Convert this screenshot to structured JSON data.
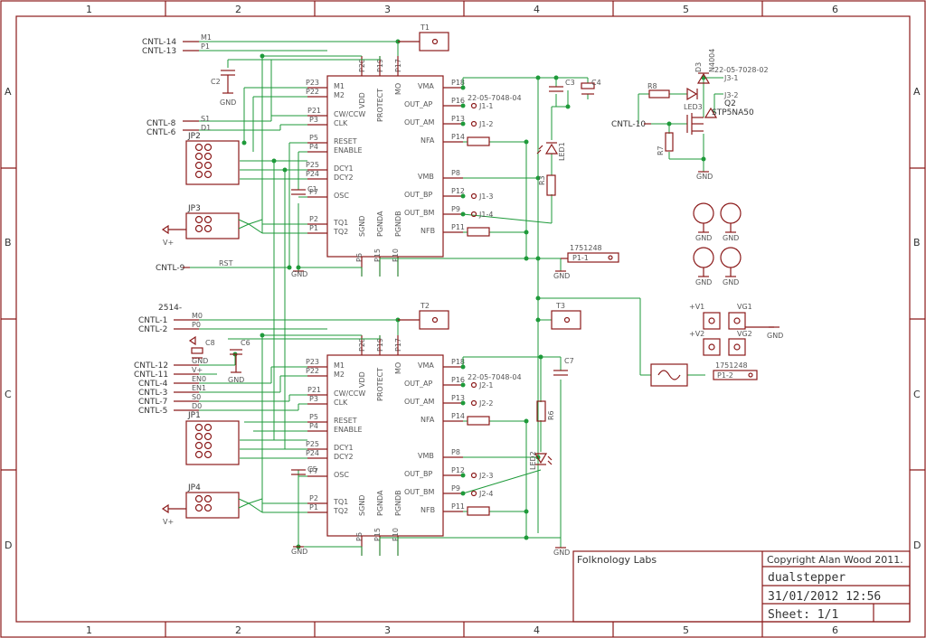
{
  "frame": {
    "columns": [
      "1",
      "2",
      "3",
      "4",
      "5",
      "6"
    ],
    "rows": [
      "A",
      "B",
      "C",
      "D"
    ]
  },
  "title_block": {
    "company": "Folknology Labs",
    "copyright": "Copyright Alan Wood 2011.",
    "design": "dualstepper",
    "date": "31/01/2012 12:56",
    "sheet": "Sheet: 1/1"
  },
  "top_chip": {
    "left_pins": [
      "M1",
      "M2",
      "CW/CCW",
      "CLK",
      "RESET",
      "ENABLE",
      "DCY1",
      "DCY2",
      "OSC",
      "TQ1",
      "TQ2"
    ],
    "left_pin_nums": [
      "P23",
      "P22",
      "P21",
      "P3",
      "P5",
      "P4",
      "P25",
      "P24",
      "P7",
      "P2",
      "P1"
    ],
    "top_pins": [
      "P20",
      "P19",
      "P17"
    ],
    "top_labels": [
      "VDD",
      "PROTECT",
      "MO"
    ],
    "right_pins": [
      "VMA",
      "OUT_AP",
      "OUT_AM",
      "NFA",
      "VMB",
      "OUT_BP",
      "OUT_BM",
      "NFB"
    ],
    "right_pin_nums": [
      "P18",
      "P16",
      "P13",
      "P14",
      "P8",
      "P12",
      "P9",
      "P11"
    ],
    "bottom_labels": [
      "SGND",
      "PGNDA",
      "PGNDB"
    ],
    "bottom_pins": [
      "P6",
      "P15",
      "P10"
    ],
    "connector": "22-05-7048-04",
    "jpins": [
      "J1-1",
      "J1-2",
      "J1-3",
      "J1-4"
    ]
  },
  "bottom_chip": {
    "jpins": [
      "J2-1",
      "J2-2",
      "J2-3",
      "J2-4"
    ],
    "connector": "22-05-7048-04"
  },
  "nets_top": [
    "CNTL-14",
    "CNTL-13",
    "CNTL-8",
    "CNTL-6",
    "CNTL-9"
  ],
  "nets_top_labels": [
    "M1",
    "P1",
    "S1",
    "D1",
    "RST"
  ],
  "nets_bottom": [
    "CNTL-1",
    "CNTL-2",
    "CNTL-12",
    "CNTL-11",
    "CNTL-4",
    "CNTL-3",
    "CNTL-7",
    "CNTL-5"
  ],
  "nets_bottom_labels": [
    "M0",
    "P0",
    "GND",
    "V+",
    "EN0",
    "EN1",
    "S0",
    "D0"
  ],
  "misc": {
    "net_2514": "2514-",
    "cntl10": "CNTL-10",
    "q2": "Q2",
    "q2_part": "STP5NA50",
    "d3": "D3",
    "d3_part": "N4004",
    "j3_conn": "22-05-7028-02",
    "j3_1": "J3-1",
    "j3_2": "J3-2",
    "led3": "LED3",
    "r8": "R8",
    "r7": "R7",
    "r3": "R3",
    "r6": "R6",
    "led1": "LED1",
    "led2": "LED2",
    "c2": "C2",
    "c3": "C3",
    "c4": "C4",
    "c6": "C6",
    "c7": "C7",
    "c8": "C8",
    "c1": "C1",
    "c5": "C5",
    "t1": "T1",
    "t2": "T2",
    "t3": "T3",
    "jp1": "JP1",
    "jp2": "JP2",
    "jp3": "JP3",
    "jp4": "JP4",
    "vplus": "V+",
    "gnd": "GND",
    "p1_1": "P1-1",
    "p1_2": "P1-2",
    "part_1751248": "1751248",
    "plus_v1": "+V1",
    "plus_v2": "+V2",
    "vg1": "VG1",
    "vg2": "VG2"
  }
}
